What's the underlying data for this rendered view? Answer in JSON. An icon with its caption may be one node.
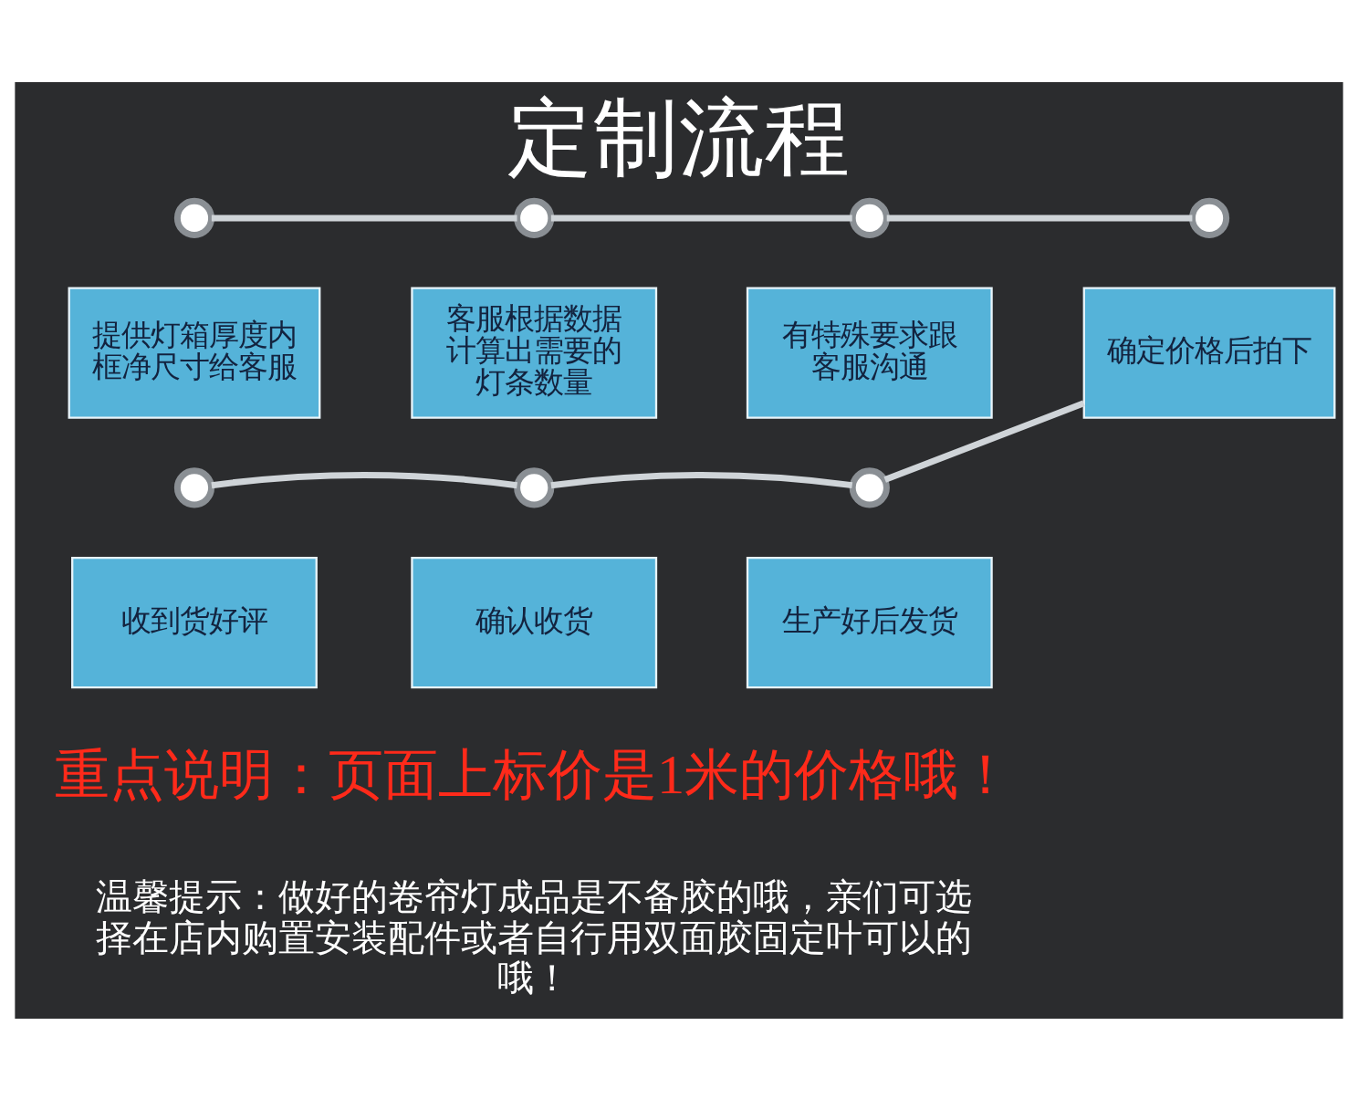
{
  "diagram": {
    "title": "定制流程",
    "nodes": [
      {
        "text": [],
        "shape": "circle"
      },
      {
        "text": [],
        "shape": "circle"
      },
      {
        "text": [],
        "shape": "circle"
      },
      {
        "text": [],
        "shape": "circle"
      },
      {
        "text": [
          "提供灯箱厚度内框净尺寸给客服"
        ]
      },
      {
        "text": [
          "客服根据数据计算出需要的灯条数量"
        ]
      },
      {
        "text": [
          "有特殊要求跟客服沟通"
        ]
      },
      {
        "text": [
          "确定价格后拍下"
        ]
      },
      {
        "text": [],
        "shape": "circle"
      },
      {
        "text": [],
        "shape": "circle"
      },
      {
        "text": [],
        "shape": "circle"
      },
      {
        "text": [
          "收到货好评"
        ]
      },
      {
        "text": [
          "确认收货"
        ]
      },
      {
        "text": [
          "生产好后发货"
        ]
      }
    ],
    "edges": [
      {
        "from": 0,
        "to": 1,
        "arrow": "none"
      },
      {
        "from": 1,
        "to": 2,
        "arrow": "none"
      },
      {
        "from": 2,
        "to": 3,
        "arrow": "none"
      },
      {
        "from": 7,
        "to": 10,
        "arrow": "none"
      },
      {
        "from": 10,
        "to": 9,
        "arrow": "none"
      },
      {
        "from": 9,
        "to": 8,
        "arrow": "none"
      }
    ],
    "labels": [
      "重点说明：页面上标价是1米的价格哦！",
      "温馨提示：做好的卷帘灯成品是不备胶的哦，亲们可选择在店内购置安装配件或者自行用双面胶固定叶可以的哦！"
    ]
  }
}
